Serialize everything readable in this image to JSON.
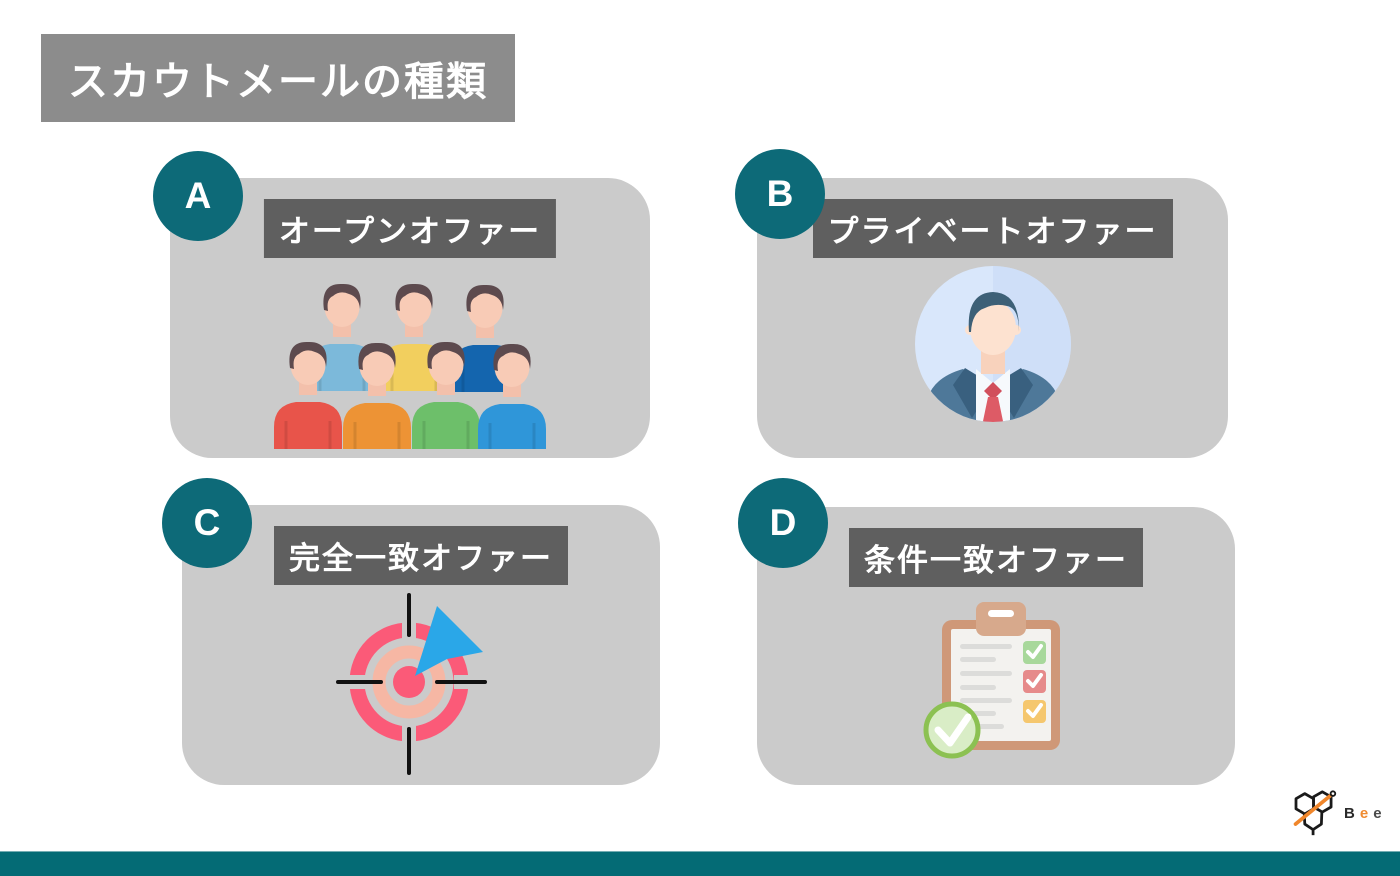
{
  "title": "スカウトメールの種類",
  "cards": [
    {
      "id": "A",
      "label": "オープンオファー",
      "icon": "people-group-icon"
    },
    {
      "id": "B",
      "label": "プライベートオファー",
      "icon": "businessman-avatar-icon"
    },
    {
      "id": "C",
      "label": "完全一致オファー",
      "icon": "target-arrow-icon"
    },
    {
      "id": "D",
      "label": "条件一致オファー",
      "icon": "checklist-clipboard-icon"
    }
  ],
  "logo": {
    "b": "B",
    "e1": "e",
    "e2": "e"
  },
  "colors": {
    "accent-teal": "#0d6a78",
    "footer-teal": "#046b75",
    "card-gray": "#cbcbcb",
    "label-gray": "#5f5f5f",
    "title-gray": "#8c8c8c",
    "logo-orange": "#ef8b31",
    "logo-dark": "#2b2b2b"
  }
}
